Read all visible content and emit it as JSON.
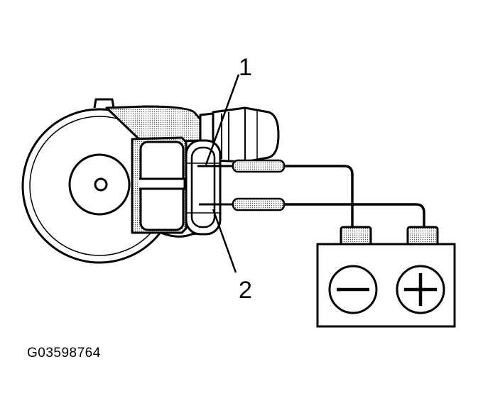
{
  "callouts": {
    "terminal_1": "1",
    "terminal_2": "2"
  },
  "figure_id": "G03598764",
  "battery": {
    "negative_symbol": "minus-symbol",
    "positive_symbol": "plus-symbol"
  },
  "colors": {
    "line": "#000000",
    "background": "#ffffff",
    "shade": "#cfcfcf"
  }
}
